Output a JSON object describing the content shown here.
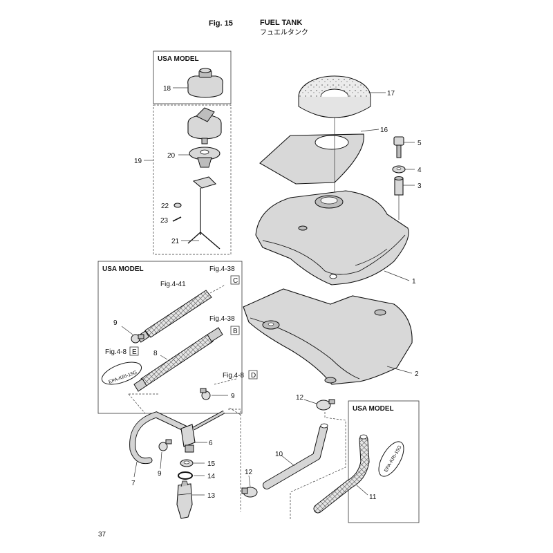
{
  "header": {
    "fig_no": "Fig. 15",
    "title_en": "FUEL TANK",
    "title_jp": "フュエルタンク"
  },
  "page_number": "37",
  "boxes": {
    "usa_top": "USA MODEL",
    "usa_left": "USA MODEL",
    "usa_right": "USA MODEL"
  },
  "refs": {
    "fig4_38_c": "Fig.4-38",
    "fig4_41": "Fig.4-41",
    "fig4_38_b": "Fig.4-38",
    "fig4_8_e": "Fig.4-8",
    "fig4_8_d": "Fig.4-8",
    "letter_c": "C",
    "letter_b": "B",
    "letter_e": "E",
    "letter_d": "D"
  },
  "stamps": {
    "left": "EPA-KRI-15G",
    "right": "EPA-KRI-15G"
  },
  "part_labels": {
    "p1": "1",
    "p2": "2",
    "p3": "3",
    "p4": "4",
    "p5": "5",
    "p6": "6",
    "p7": "7",
    "p8": "8",
    "p9a": "9",
    "p9b": "9",
    "p9c": "9",
    "p10": "10",
    "p11": "11",
    "p12a": "12",
    "p12b": "12",
    "p13": "13",
    "p14": "14",
    "p15": "15",
    "p16": "16",
    "p17": "17",
    "p18": "18",
    "p19": "19",
    "p20": "20",
    "p21": "21",
    "p22": "22",
    "p23": "23"
  }
}
